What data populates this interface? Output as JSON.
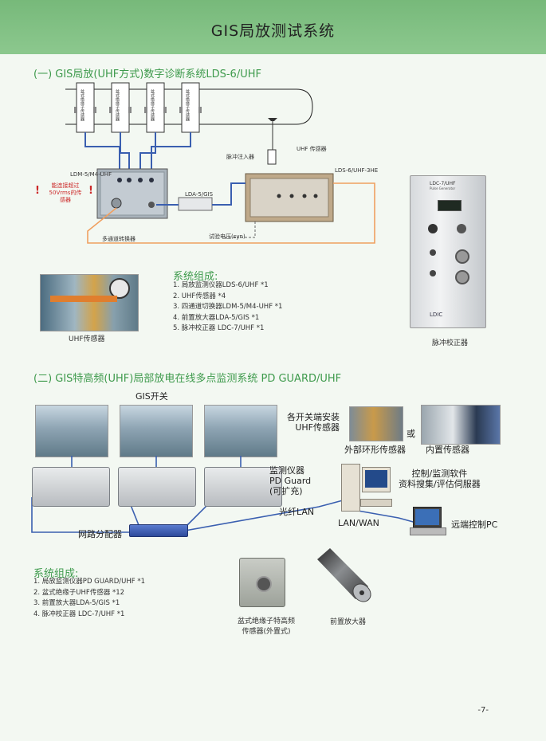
{
  "page": {
    "title": "GIS局放测试系统",
    "page_number": "-7-"
  },
  "section1": {
    "title": "(一) GIS局放(UHF方式)数字诊断系统LDS-6/UHF",
    "sensor_labels": [
      "盆式绝缘子传感器",
      "盆式绝缘子传感器",
      "盆式绝缘子传感器",
      "盆式绝缘子传感器"
    ],
    "uhf_sensor_label": "UHF 传感器",
    "pulse_inject_label": "脉冲注入器",
    "switcher_label": "LDM-5/M4-UHF",
    "warning_text": "能连接超过50Vrms的传感器",
    "warning_mark": "!",
    "amp_label": "LDA-5/GIS",
    "main_unit_label": "LDS-6/UHF-3HE",
    "test_voltage_label": "试验电压(syn)",
    "multi_switch_label": "多通道转换器",
    "uhf_photo_caption": "UHF传感器",
    "calibrator_caption": "脉冲校正器",
    "calibrator_panel_title": "LDC-7/UHF",
    "calibrator_panel_sub": "Pulse Generator",
    "calibrator_brand": "LDIC",
    "components_heading": "系统组成:",
    "components": [
      "1. 局放监测仪器LDS-6/UHF *1",
      "2. UHF传感器 *4",
      "3. 四通道切换器LDM-5/M4-UHF *1",
      "4. 前置放大器LDA-5/GIS *1",
      "5. 脉冲校正器 LDC-7/UHF *1"
    ]
  },
  "section2": {
    "title": "(二) GIS特高频(UHF)局部放电在线多点监测系统 PD GUARD/UHF",
    "gis_switch_label": "GIS开关",
    "each_switch_label": [
      "各开关端安装",
      "UHF传感器"
    ],
    "or_label": "或",
    "external_sensor_label": "外部环形传感器",
    "internal_sensor_label": "内置传感器",
    "monitor_label": [
      "监测仪器",
      "PD Guard",
      "(可扩充)"
    ],
    "control_label": [
      "控制/监测软件",
      "资料搜集/评估伺服器"
    ],
    "fiber_label": "光纤LAN",
    "lan_label": "LAN/WAN",
    "remote_label": "远端控制PC",
    "splitter_label": "网路分配器",
    "sensor_photo_caption": [
      "盆式绝缘子特高频",
      "传感器(外置式)"
    ],
    "preamp_caption": "前置放大器",
    "components_heading": "系统组成:",
    "components": [
      "1. 局放监测仪器PD GUARD/UHF *1",
      "2. 盆式绝缘子UHF传感器 *12",
      "3. 前置放大器LDA-5/GIS *1",
      "4. 脉冲校正器 LDC-7/UHF *1"
    ]
  }
}
